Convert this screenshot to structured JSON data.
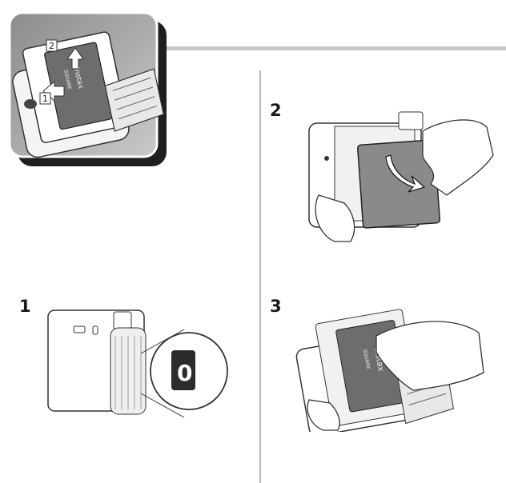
{
  "header_illustration": {
    "callout_1": "1",
    "callout_2": "2",
    "film_pack_brand": "instax",
    "film_pack_format": "SQUARE"
  },
  "steps": [
    {
      "number": "1",
      "counter_display": "0"
    },
    {
      "number": "2"
    },
    {
      "number": "3",
      "film_pack_brand": "instax",
      "film_pack_format": "SQUARE"
    }
  ],
  "colors": {
    "header_bar": "#c7c7c7",
    "divider": "#9a9a9a",
    "counter_bg": "#2b2b2b",
    "panel_dark": "#2a2a2a"
  },
  "icons": [
    "arrow-icon",
    "hand-icon",
    "camera-icon",
    "film-pack-icon",
    "counter-window-icon"
  ]
}
